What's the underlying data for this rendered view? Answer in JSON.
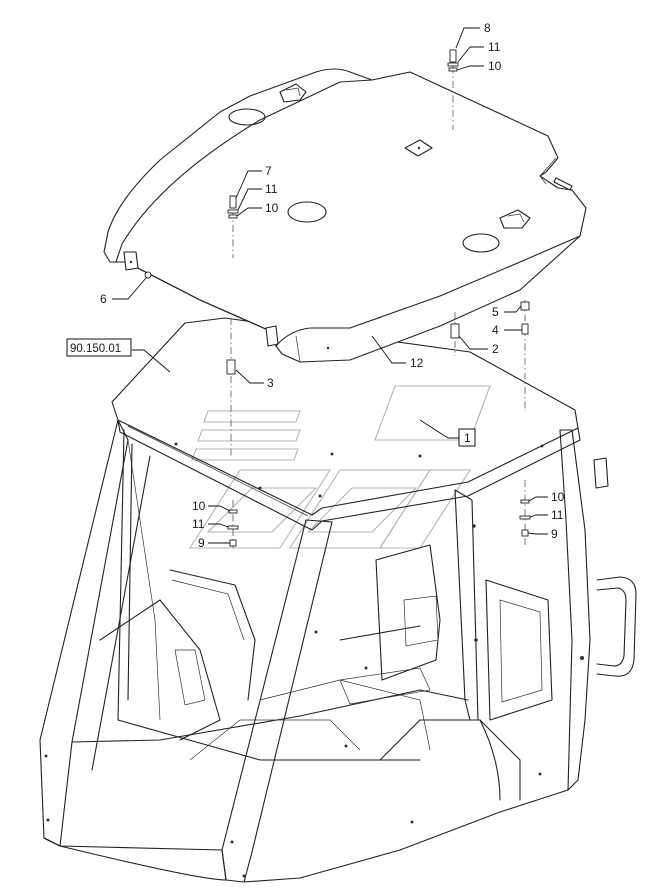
{
  "diagram": {
    "callouts": [
      {
        "id": "c8",
        "text": "8"
      },
      {
        "id": "c11a",
        "text": "11"
      },
      {
        "id": "c10a",
        "text": "10"
      },
      {
        "id": "c7",
        "text": "7"
      },
      {
        "id": "c11b",
        "text": "11"
      },
      {
        "id": "c10b",
        "text": "10"
      },
      {
        "id": "c6",
        "text": "6"
      },
      {
        "id": "c5",
        "text": "5"
      },
      {
        "id": "c4",
        "text": "4"
      },
      {
        "id": "c2",
        "text": "2"
      },
      {
        "id": "c12",
        "text": "12"
      },
      {
        "id": "c3",
        "text": "3"
      },
      {
        "id": "c1",
        "text": "1"
      },
      {
        "id": "c10c",
        "text": "10"
      },
      {
        "id": "c11c",
        "text": "11"
      },
      {
        "id": "c9a",
        "text": "9"
      },
      {
        "id": "c10d",
        "text": "10"
      },
      {
        "id": "c11d",
        "text": "11"
      },
      {
        "id": "c9b",
        "text": "9"
      }
    ],
    "reference_box": "90.150.01",
    "colors": {
      "line": "#222222",
      "watermark": "#b4b4b4",
      "background": "#ffffff"
    }
  }
}
